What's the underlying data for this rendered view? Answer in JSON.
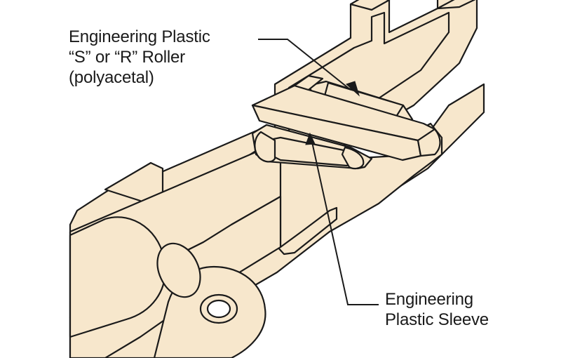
{
  "colors": {
    "part_fill": "#f7e7cc",
    "outline": "#1a1a1a",
    "background": "#ffffff"
  },
  "callouts": {
    "roller": {
      "lines": [
        "Engineering Plastic",
        "“S” or “R” Roller",
        "(polyacetal)"
      ]
    },
    "sleeve": {
      "lines": [
        "Engineering",
        "Plastic Sleeve"
      ]
    }
  }
}
